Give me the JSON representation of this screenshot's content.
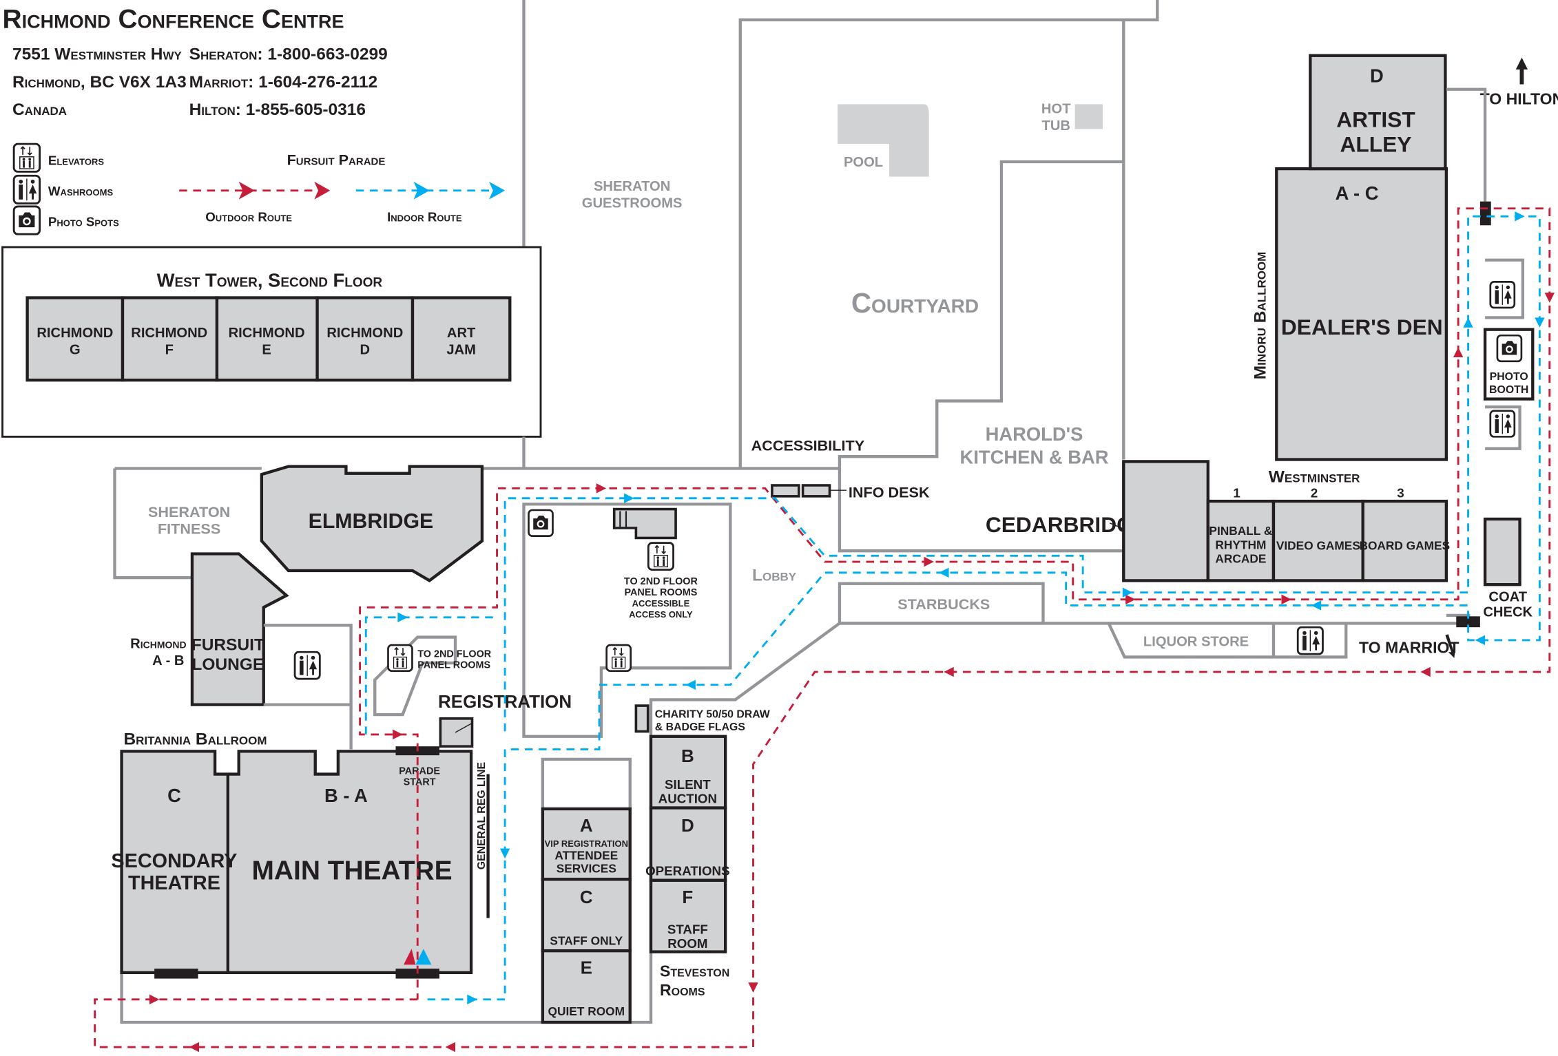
{
  "header": {
    "title": "Richmond Conference Centre",
    "address": [
      "7551 Westminster Hwy",
      "Richmond, BC V6X 1A3",
      "Canada"
    ],
    "phones": [
      "Sheraton: 1-800-663-0299",
      "Marriot: 1-604-276-2112",
      "Hilton: 1-855-605-0316"
    ]
  },
  "legend": {
    "items": [
      {
        "icon": "elevator-icon",
        "label": "Elevators"
      },
      {
        "icon": "washroom-icon",
        "label": "Washrooms"
      },
      {
        "icon": "camera-icon",
        "label": "Photo Spots"
      }
    ],
    "parade_title": "Fursuit Parade",
    "outdoor_route": "Outdoor Route",
    "indoor_route": "Indoor Route"
  },
  "colors": {
    "outdoor": "#c41e3a",
    "indoor": "#00aeef",
    "room": "#d1d2d4",
    "wall": "#939598"
  },
  "west_tower": {
    "title": "West Tower, Second Floor",
    "rooms": [
      [
        "RICHMOND",
        "G"
      ],
      [
        "RICHMOND",
        "F"
      ],
      [
        "RICHMOND",
        "E"
      ],
      [
        "RICHMOND",
        "D"
      ],
      [
        "ART",
        "JAM"
      ]
    ]
  },
  "labels": {
    "sheraton_guestrooms": [
      "SHERATON",
      "GUESTROOMS"
    ],
    "pool": "POOL",
    "hot_tub": [
      "HOT",
      "TUB"
    ],
    "courtyard": "Courtyard",
    "harolds": [
      "HAROLD'S",
      "KITCHEN & BAR"
    ],
    "accessibility": "ACCESSIBILITY",
    "info_desk": "INFO DESK",
    "cedarbridge": "CEDARBRIDGE",
    "lobby": "Lobby",
    "starbucks": "STARBUCKS",
    "liquor_store": "LIQUOR STORE",
    "to_marriott": "TO MARRIOT",
    "to_hilton": "TO HILTON",
    "westminster": "Westminster",
    "westminster_numbers": [
      "1",
      "2",
      "3"
    ],
    "westminster_rooms": [
      [
        "PINBALL &",
        "RHYTHM",
        "ARCADE"
      ],
      [
        "VIDEO GAMES"
      ],
      [
        "BOARD GAMES"
      ]
    ],
    "minoru": "Minoru Ballroom",
    "artist_alley": [
      "D",
      "ARTIST",
      "ALLEY"
    ],
    "dealers_den": [
      "A - C",
      "DEALER'S DEN"
    ],
    "photo_booth": [
      "PHOTO",
      "BOOTH"
    ],
    "coat_check": [
      "COAT",
      "CHECK"
    ],
    "sheraton_fitness": [
      "SHERATON",
      "FITNESS"
    ],
    "elmbridge": "ELMBRIDGE",
    "richmond_ab": [
      "Richmond",
      "A - B"
    ],
    "fursuit_lounge": [
      "FURSUIT",
      "LOUNGE"
    ],
    "to_2nd_floor_small": [
      "TO 2ND FLOOR",
      "PANEL ROOMS"
    ],
    "to_2nd_floor": [
      "TO 2ND FLOOR",
      "PANEL ROOMS",
      "ACCESSIBLE",
      "ACCESS ONLY"
    ],
    "registration": "REGISTRATION",
    "charity": [
      "CHARITY 50/50 DRAW",
      "& BADGE FLAGS"
    ],
    "britannia": "Britannia Ballroom",
    "secondary": [
      "C",
      "SECONDARY",
      "THEATRE"
    ],
    "main_theatre": [
      "B - A",
      "MAIN THEATRE"
    ],
    "parade_start": [
      "PARADE",
      "START"
    ],
    "general_reg_line": "GENERAL REG LINE",
    "steveston_left": [
      [
        "A",
        "VIP REGISTRATION",
        "ATTENDEE",
        "SERVICES"
      ],
      [
        "C",
        "STAFF ONLY"
      ],
      [
        "E",
        "QUIET ROOM"
      ]
    ],
    "steveston_right": [
      [
        "B",
        "SILENT",
        "AUCTION"
      ],
      [
        "D",
        "OPERATIONS"
      ],
      [
        "F",
        "STAFF",
        "ROOM"
      ]
    ],
    "steveston_rooms": [
      "Steveston",
      "Rooms"
    ]
  }
}
